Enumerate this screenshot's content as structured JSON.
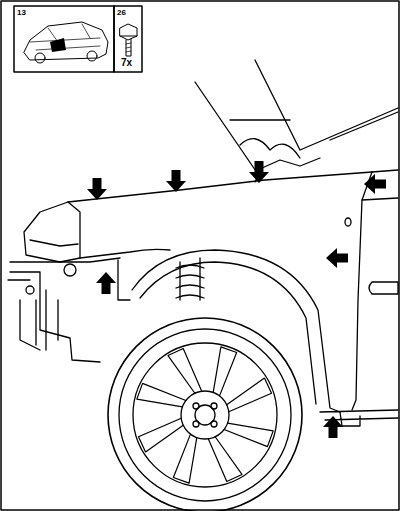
{
  "diagram": {
    "labels": [
      "13",
      "26",
      "7x"
    ]
  }
}
